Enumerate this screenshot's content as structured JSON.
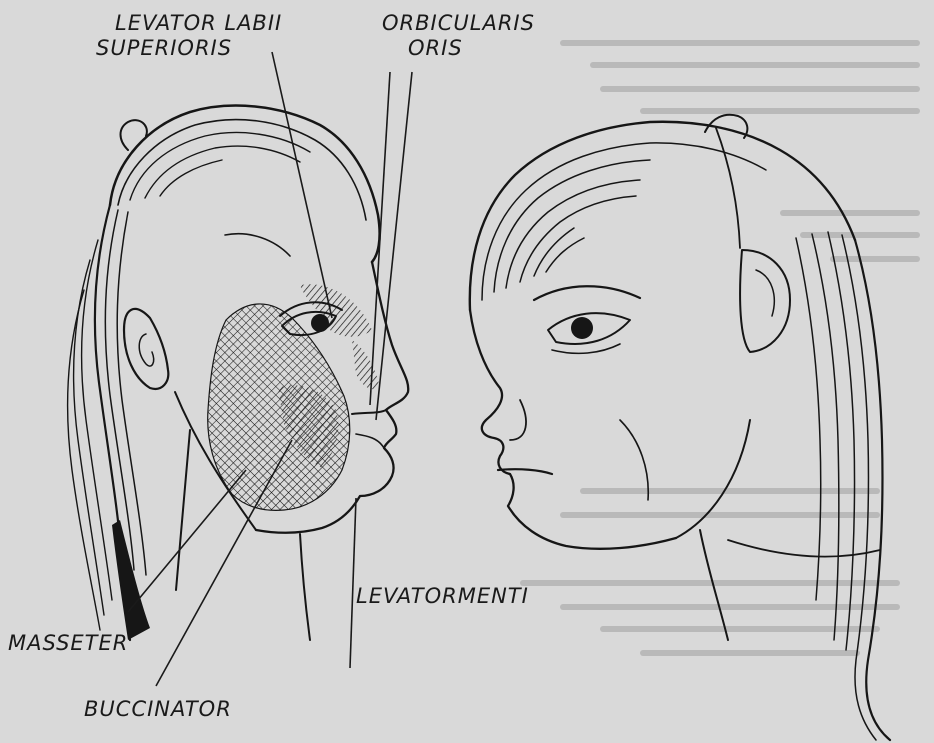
{
  "labels": {
    "levator_labii_line1": "LEVATOR LABII",
    "levator_labii_line2": "SUPERIORIS",
    "orbicularis_line1": "ORBICULARIS",
    "orbicularis_line2": "ORIS",
    "masseter": "MASSETER",
    "buccinator": "BUCCINATOR",
    "levator_menti": "LEVATORMENTI"
  },
  "colors": {
    "paper": "#d9d9d9",
    "ink": "#161616",
    "background_text": "#b9b9b9"
  }
}
